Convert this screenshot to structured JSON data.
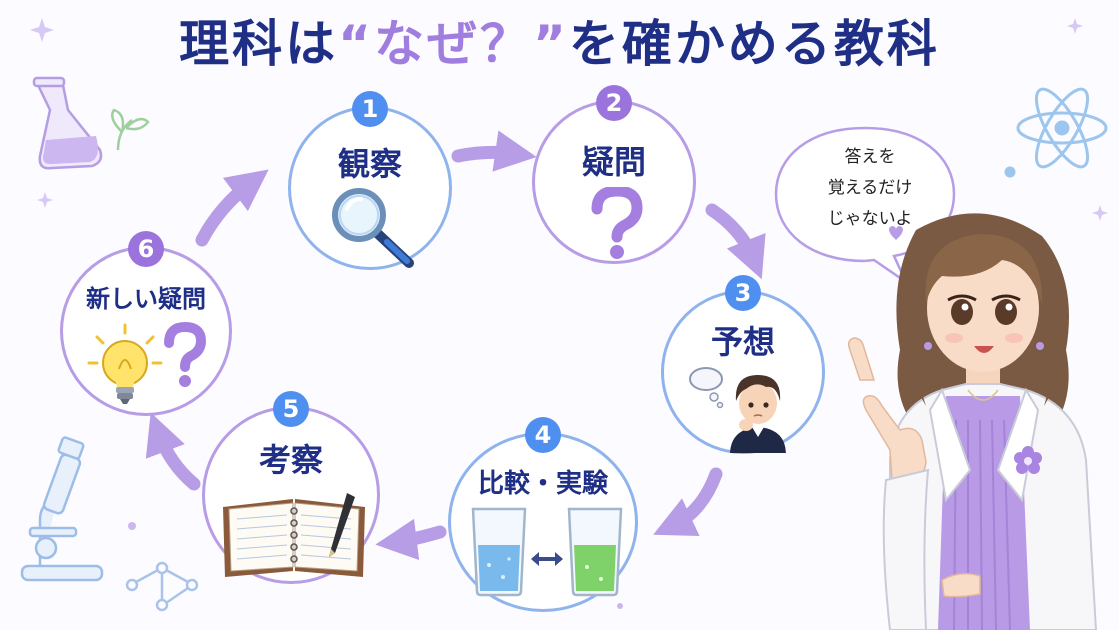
{
  "title": {
    "part1": "理科は",
    "highlight": "“なぜ？”",
    "part2": "を確かめる教科"
  },
  "steps": [
    {
      "number": "1",
      "label": "観察",
      "icon": "magnifier-icon"
    },
    {
      "number": "2",
      "label": "疑問",
      "icon": "question-mark-icon"
    },
    {
      "number": "3",
      "label": "予想",
      "icon": "thinking-student-icon"
    },
    {
      "number": "4",
      "label": "比較・実験",
      "icon": "beakers-compare-icon"
    },
    {
      "number": "5",
      "label": "考察",
      "icon": "notebook-pen-icon"
    },
    {
      "number": "6",
      "label": "新しい疑問",
      "icon": "lightbulb-question-icon"
    }
  ],
  "speech_bubble": {
    "lines": [
      "答えを",
      "覚えるだけ",
      "じゃないよ"
    ]
  },
  "character": "teacher-in-lab-coat",
  "colors": {
    "title": "#1f2f86",
    "highlight": "#a07ee0",
    "blue": "#4f8ff0",
    "purple": "#9b73dc",
    "arrow": "#b79ce6"
  }
}
